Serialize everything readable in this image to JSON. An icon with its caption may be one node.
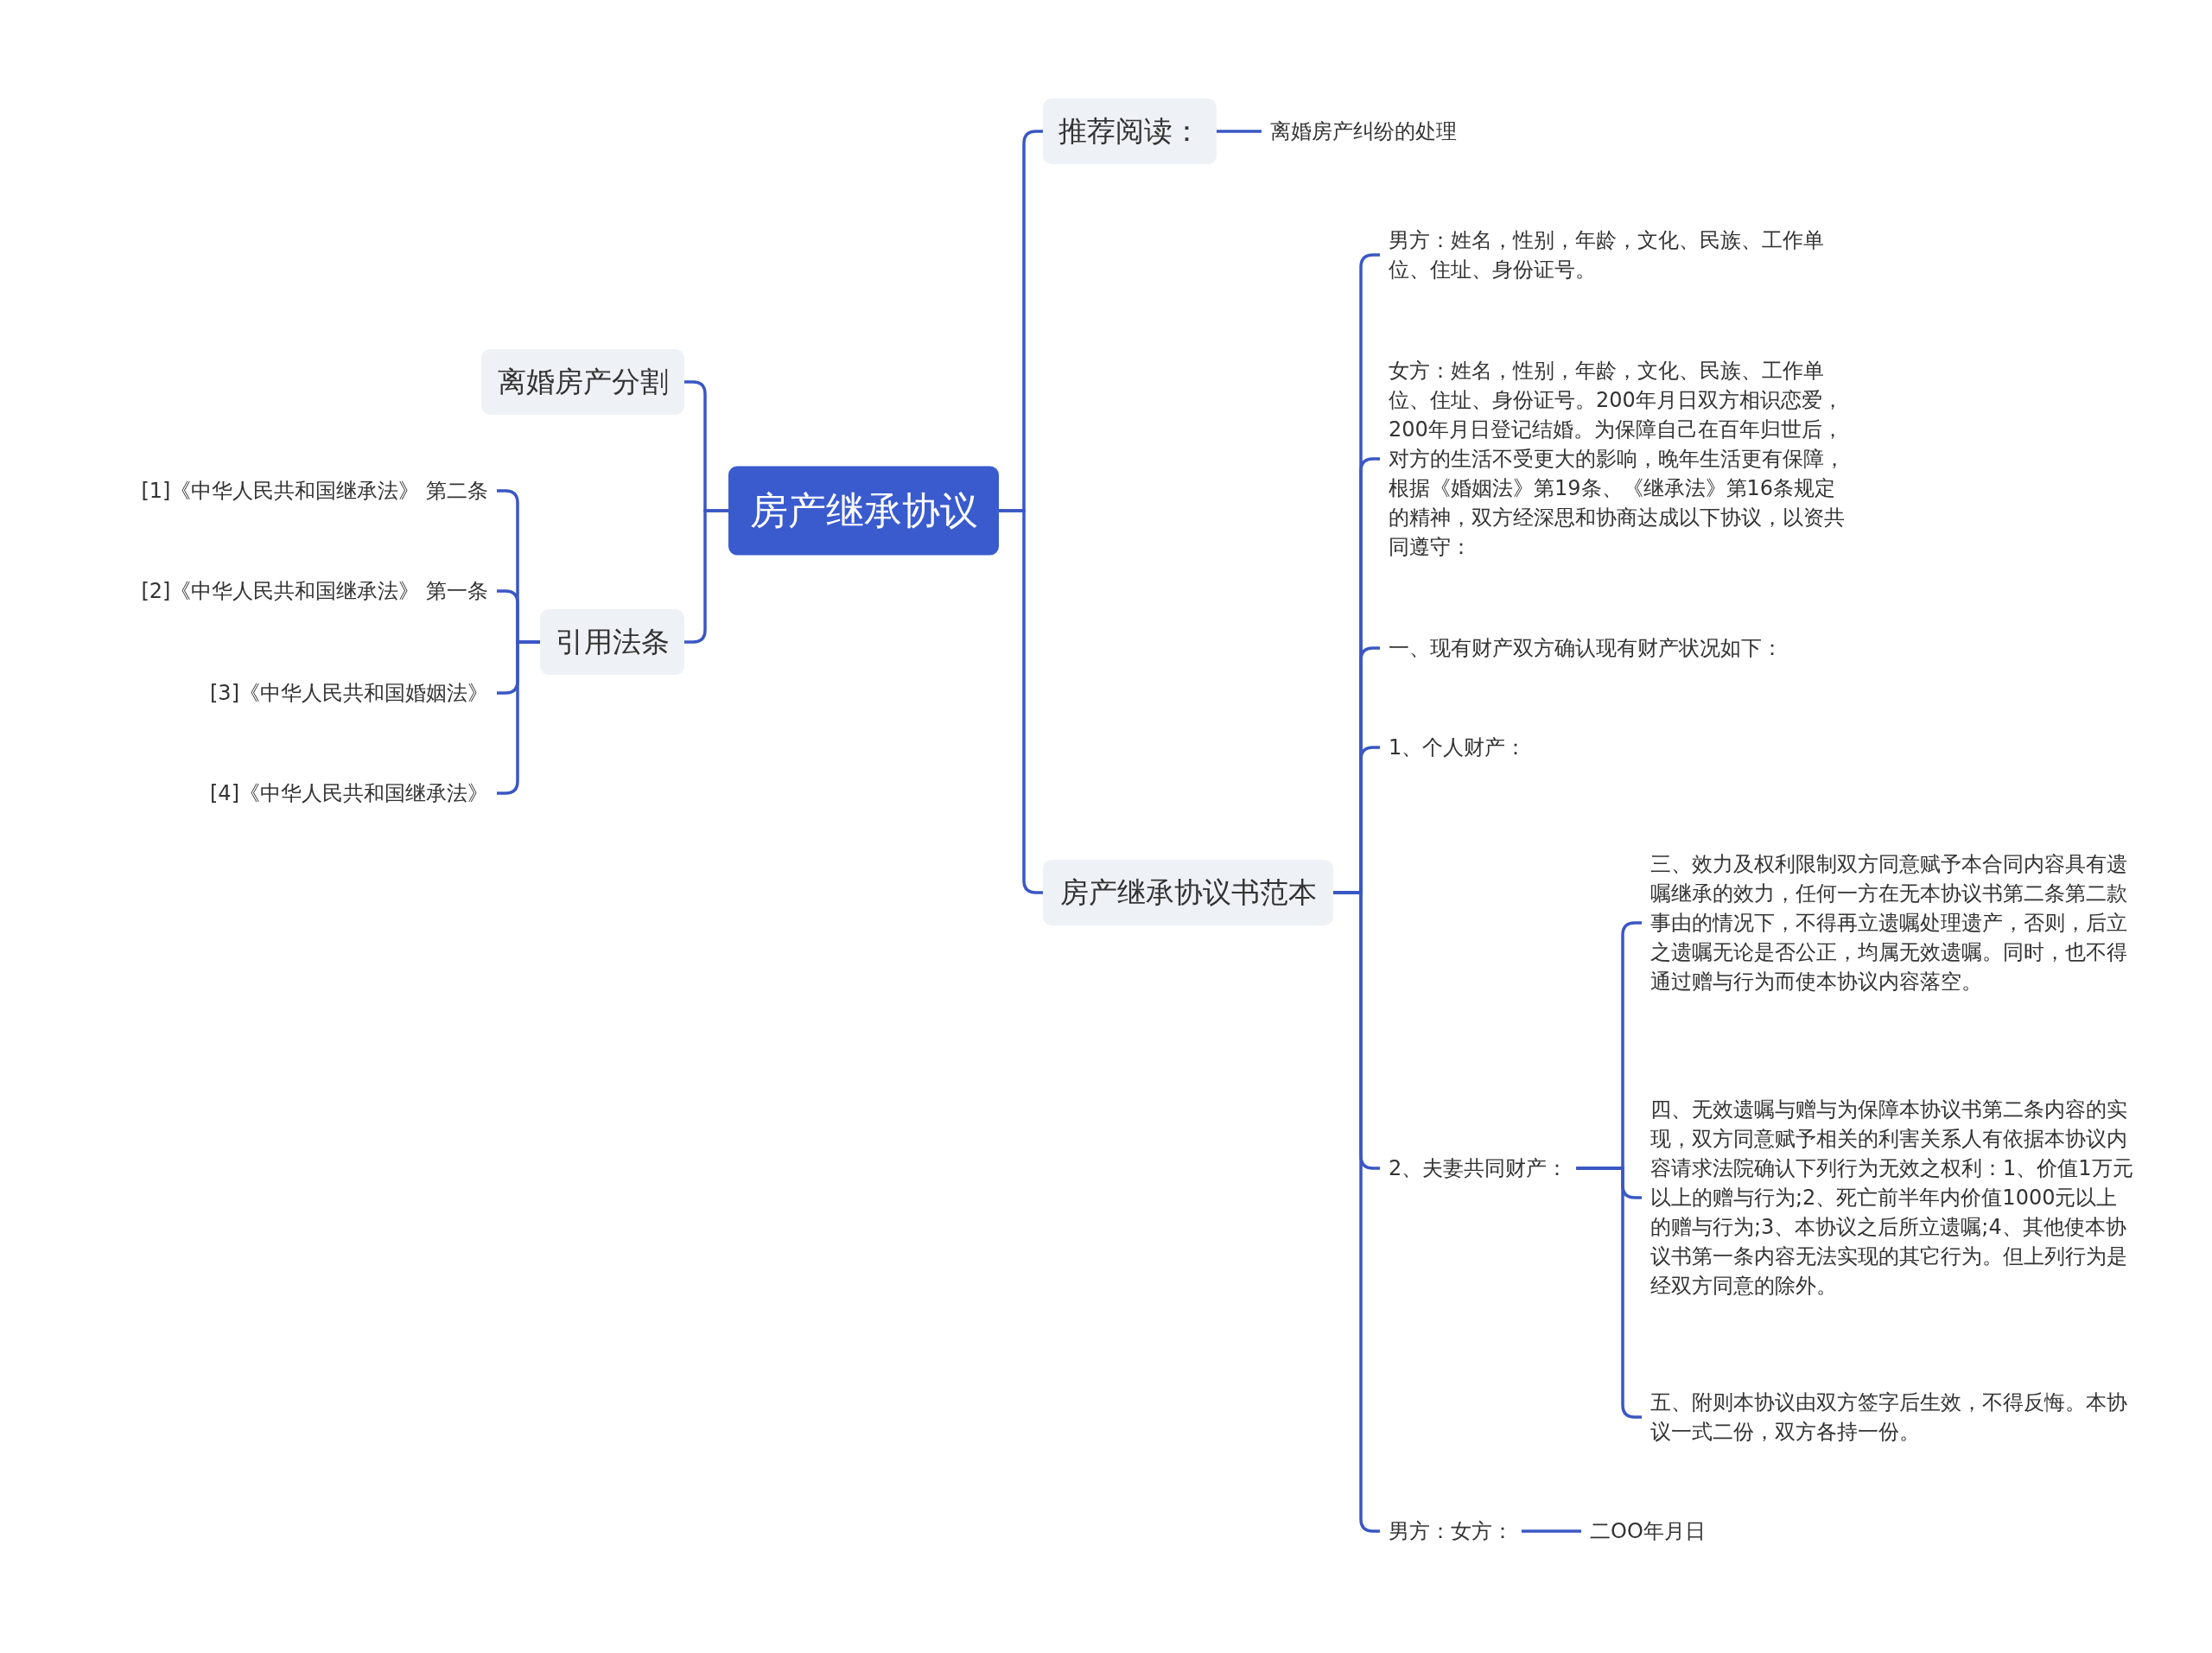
{
  "diagram": {
    "nodes": [
      {
        "text": [
          "房产继承协议"
        ]
      },
      {
        "text": [
          "离婚房产分割"
        ]
      },
      {
        "text": [
          "引用法条"
        ]
      },
      {
        "text": [
          "[1]《中华人民共和国继承法》 第二条"
        ]
      },
      {
        "text": [
          "[2]《中华人民共和国继承法》 第一条"
        ]
      },
      {
        "text": [
          "[3]《中华人民共和国婚姻法》"
        ]
      },
      {
        "text": [
          "[4]《中华人民共和国继承法》"
        ]
      },
      {
        "text": [
          "推荐阅读："
        ]
      },
      {
        "text": [
          "离婚房产纠纷的处理"
        ]
      },
      {
        "text": [
          "房产继承协议书范本"
        ]
      },
      {
        "text": [
          "男方：姓名，性别，年龄，文化、民族、工作单位、住址、身份证号。"
        ]
      },
      {
        "text": [
          "女方：姓名，性别，年龄，文化、民族、工作单位、住址、身份证号。200年月日双方相识恋爱，200年月日登记结婚。为保障自己在百年归世后，对方的生活不受更大的影响，晚年生活更有保障，根据《婚姻法》第19条、《继承法》第16条规定的精神，双方经深思和协商达成以下协议，以资共同遵守："
        ]
      },
      {
        "text": [
          "一、现有财产双方确认现有财产状况如下："
        ]
      },
      {
        "text": [
          "1、个人财产："
        ]
      },
      {
        "text": [
          "2、夫妻共同财产："
        ]
      },
      {
        "text": [
          "三、效力及权利限制双方同意赋予本合同内容具有遗嘱继承的效力，任何一方在无本协议书第二条第二款事由的情况下，不得再立遗嘱处理遗产，否则，后立之遗嘱无论是否公正，均属无效遗嘱。同时，也不得通过赠与行为而使本协议内容落空。"
        ]
      },
      {
        "text": [
          "四、无效遗嘱与赠与为保障本协议书第二条内容的实现，双方同意赋予相关的利害关系人有依据本协议内容请求法院确认下列行为无效之权利：1、价值1万元以上的赠与行为;2、死亡前半年内价值1000元以上的赠与行为;3、本协议之后所立遗嘱;4、其他使本协议书第一条内容无法实现的其它行为。但上列行为是经双方同意的除外。"
        ]
      },
      {
        "text": [
          "五、附则本协议由双方签字后生效，不得反悔。本协议一式二份，双方各持一份。"
        ]
      },
      {
        "text": [
          "男方：女方："
        ]
      },
      {
        "text": [
          "二OO年月日"
        ]
      }
    ],
    "edges": [
      {
        "from": 0,
        "to": 1,
        "arrow": "none"
      },
      {
        "from": 0,
        "to": 2,
        "arrow": "none"
      },
      {
        "from": 2,
        "to": 3,
        "arrow": "none"
      },
      {
        "from": 2,
        "to": 4,
        "arrow": "none"
      },
      {
        "from": 2,
        "to": 5,
        "arrow": "none"
      },
      {
        "from": 2,
        "to": 6,
        "arrow": "none"
      },
      {
        "from": 0,
        "to": 7,
        "arrow": "none"
      },
      {
        "from": 7,
        "to": 8,
        "arrow": "none"
      },
      {
        "from": 0,
        "to": 9,
        "arrow": "none"
      },
      {
        "from": 9,
        "to": 10,
        "arrow": "none"
      },
      {
        "from": 9,
        "to": 11,
        "arrow": "none"
      },
      {
        "from": 9,
        "to": 12,
        "arrow": "none"
      },
      {
        "from": 9,
        "to": 13,
        "arrow": "none"
      },
      {
        "from": 9,
        "to": 14,
        "arrow": "none"
      },
      {
        "from": 14,
        "to": 15,
        "arrow": "none"
      },
      {
        "from": 14,
        "to": 16,
        "arrow": "none"
      },
      {
        "from": 14,
        "to": 17,
        "arrow": "none"
      },
      {
        "from": 9,
        "to": 18,
        "arrow": "none"
      },
      {
        "from": 18,
        "to": 19,
        "arrow": "none"
      }
    ]
  }
}
